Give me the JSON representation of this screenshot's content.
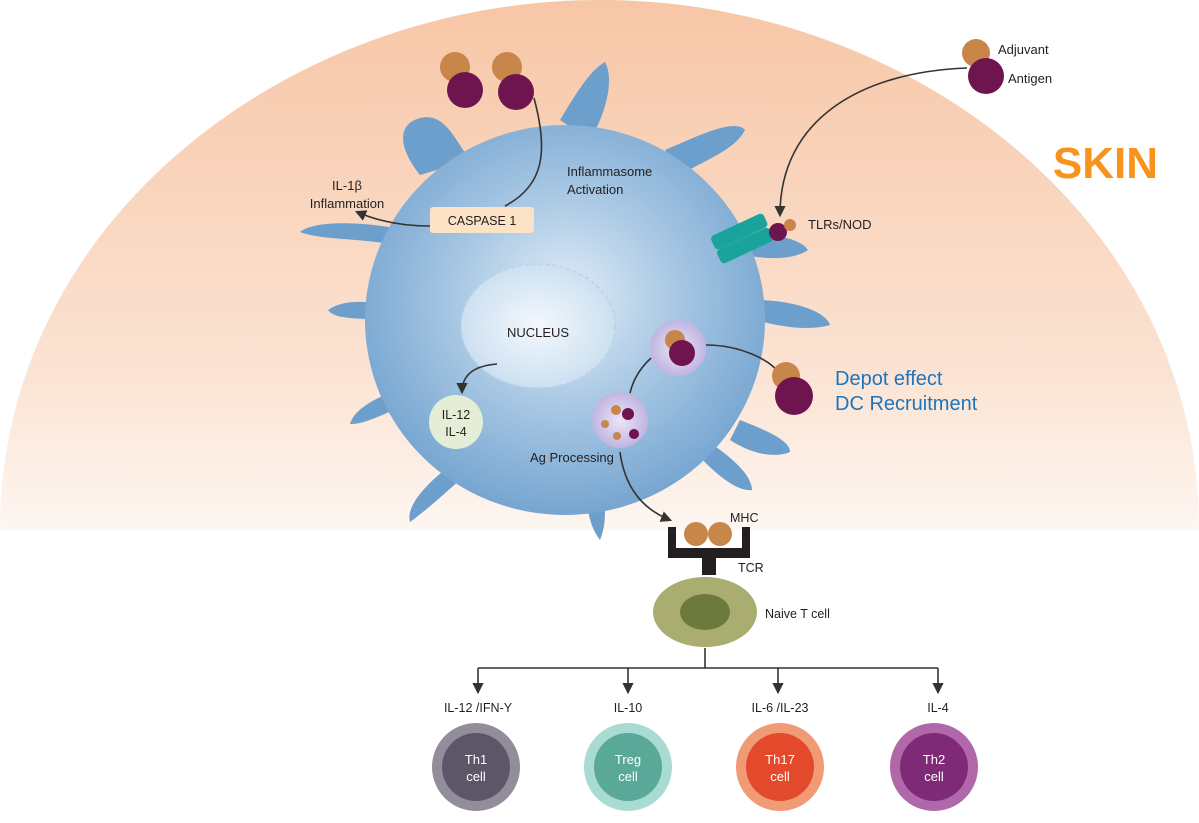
{
  "region_label": "SKIN",
  "colors": {
    "skin_gradient_top": "#f7c7a8",
    "skin_gradient_bottom": "#fdf2ea",
    "cell_body": "#8bb3d8",
    "cell_dark": "#4f88bf",
    "nucleus": "#d9eaf6",
    "adjuvant": "#c8864a",
    "antigen": "#6e1550",
    "receptor": "#1aa39a",
    "naive_t_cell": "#a9ad6f",
    "th1": "#5d5668",
    "treg": "#5aa898",
    "th17": "#e34a2c",
    "th2": "#7e2a76",
    "accent_orange": "#f7941d",
    "accent_blue": "#1c75bc"
  },
  "legend": {
    "adjuvant": "Adjuvant",
    "antigen": "Antigen"
  },
  "cell_labels": {
    "inflammasome": [
      "Inflammasome",
      "Activation"
    ],
    "il1b": [
      "IL-1β",
      "Inflammation"
    ],
    "caspase": "CASPASE 1",
    "tlrs": "TLRs/NOD",
    "nucleus": "NUCLEUS",
    "cytokines": [
      "IL-12",
      "IL-4"
    ],
    "ag_processing": "Ag Processing",
    "depot": [
      "Depot effect",
      "DC Recruitment"
    ]
  },
  "tcell": {
    "mhc": "MHC",
    "tcr": "TCR",
    "naive": "Naive T cell"
  },
  "branches": [
    {
      "cytokine": "IL-12 /IFN-Y",
      "cell": [
        "Th1",
        "cell"
      ]
    },
    {
      "cytokine": "IL-10",
      "cell": [
        "Treg",
        "cell"
      ]
    },
    {
      "cytokine": "IL-6 /IL-23",
      "cell": [
        "Th17",
        "cell"
      ]
    },
    {
      "cytokine": "IL-4",
      "cell": [
        "Th2",
        "cell"
      ]
    }
  ]
}
